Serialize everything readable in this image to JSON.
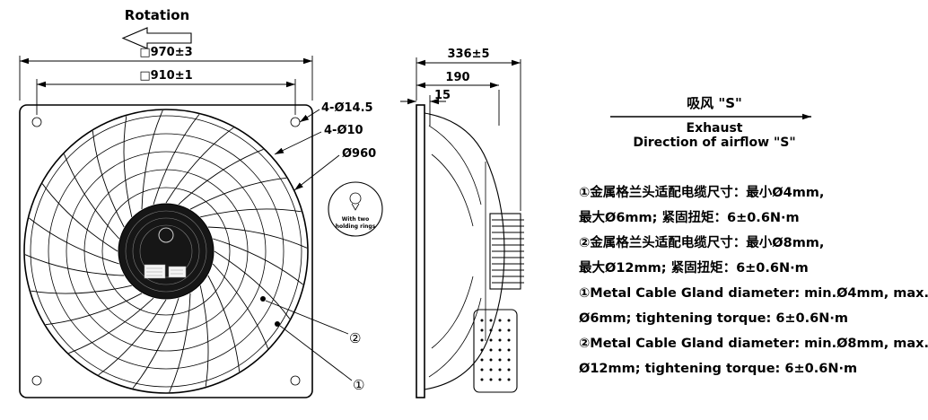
{
  "drawing": {
    "rotation_label": "Rotation",
    "front": {
      "dim_outer_square": "□970±3",
      "dim_bolt_square": "□910±1",
      "dim_corner_holes": "4-Ø14.5",
      "dim_guard_holes": "4-Ø10",
      "dim_guard_diameter": "Ø960",
      "holding_rings_line1": "With two",
      "holding_rings_line2": "holding rings",
      "callout_2": "②",
      "callout_1": "①"
    },
    "side": {
      "dim_depth": "336±5",
      "dim_motor_depth": "190",
      "dim_plate_offset": "15"
    }
  },
  "airflow": {
    "label_cn": "吸风 \"S\"",
    "label_en_line1": "Exhaust",
    "label_en_line2": "Direction of airflow \"S\""
  },
  "notes": {
    "cn": [
      "①金属格兰头适配电缆尺寸：最小Ø4mm,",
      "最大Ø6mm; 紧固扭矩：6±0.6N·m",
      "②金属格兰头适配电缆尺寸：最小Ø8mm,",
      "最大Ø12mm; 紧固扭矩：6±0.6N·m"
    ],
    "en": [
      "①Metal Cable Gland diameter: min.Ø4mm, max.",
      "Ø6mm; tightening torque: 6±0.6N·m",
      "②Metal Cable Gland diameter: min.Ø8mm, max.",
      "Ø12mm; tightening torque: 6±0.6N·m"
    ]
  }
}
